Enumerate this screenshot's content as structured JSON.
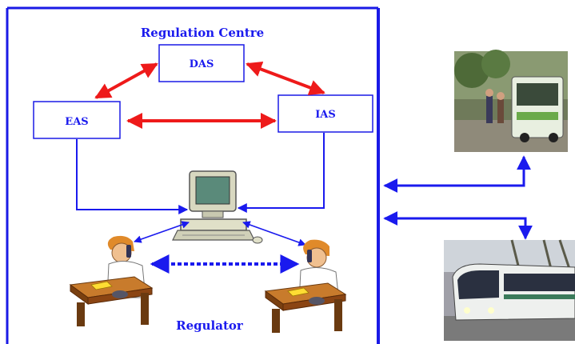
{
  "diagram": {
    "regulation_centre_label": "Regulation Centre",
    "regulator_label": "Regulator",
    "nodes": {
      "das": "DAS",
      "eas": "EAS",
      "ias": "IAS"
    },
    "colors": {
      "frame_blue": "#1a1ae6",
      "data_link_red": "#ee1a1a",
      "connector_blue": "#1a1aee",
      "box_border": "#1a1ae6",
      "desk_brown": "#8b4513",
      "person_skin": "#f0c090"
    },
    "icons": {
      "workstation": "computer-icon",
      "operator": "operator-icon",
      "bus": "bus-photo",
      "tram": "tram-photo"
    }
  }
}
